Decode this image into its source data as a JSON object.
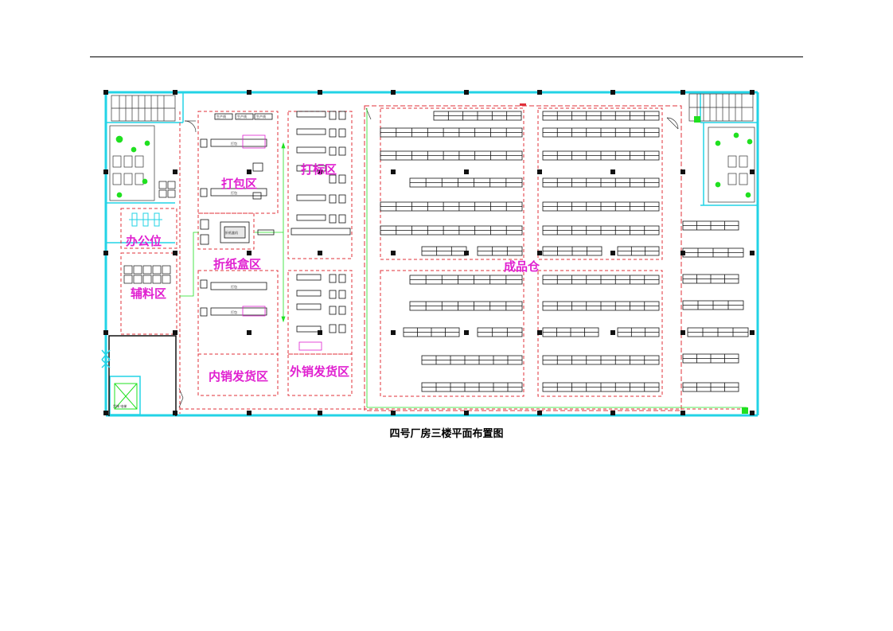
{
  "caption": "四号厂房三楼平面布置图",
  "zones": {
    "packing": "打包区",
    "labeling": "打标区",
    "office": "办公位",
    "folding": "折纸盒区",
    "auxiliary": "辅料区",
    "finished_goods": "成品仓",
    "domestic_shipping": "内销发货区",
    "export_shipping": "外销发货区"
  },
  "small_labels": {
    "product_tag": "生产线",
    "packing_tag": "打包",
    "folding_machine": "折纸盒机",
    "elevator": "货梯 电梯"
  },
  "colors": {
    "wall": "#22d3e6",
    "zone_border": "#e0303a",
    "label": "#e020d0",
    "fixture": "#20e020",
    "column": "#111111"
  }
}
